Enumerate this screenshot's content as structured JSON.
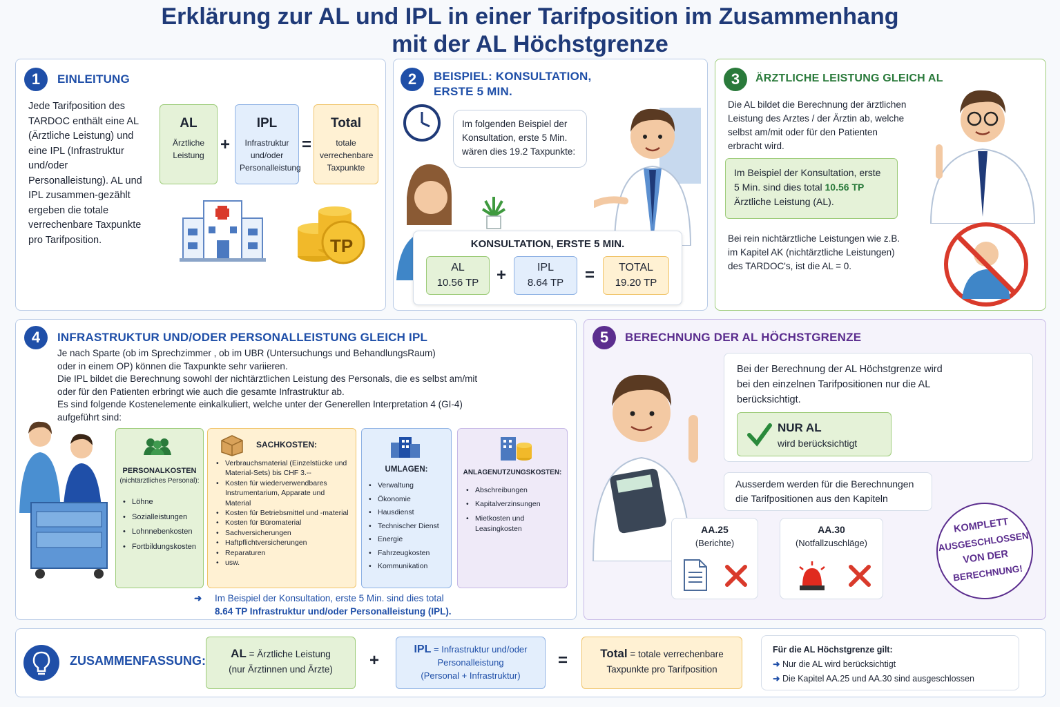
{
  "title_line1": "Erklärung zur AL und IPL in einer Tarifposition im Zusammenhang",
  "title_line2": "mit der AL Höchstgrenze",
  "p1": {
    "num": "1",
    "title": "EINLEITUNG",
    "text": "Jede Tarifposition des TARDOC enthält eine AL (Ärztliche Leistung) und eine IPL (Infrastruktur und/oder Personalleistung). AL und IPL zusammen-gezählt ergeben die totale verrechenbare Taxpunkte pro Tarifposition.",
    "al_h": "AL",
    "al_s": "Ärztliche Leistung",
    "plus": "+",
    "ipl_h": "IPL",
    "ipl_s": "Infrastruktur und/oder Personalleistung",
    "eq": "=",
    "tot_h": "Total",
    "tot_s": "totale verrechenbare Taxpunkte",
    "coin": "TP"
  },
  "p2": {
    "num": "2",
    "title_a": "BEISPIEL: KONSULTATION,",
    "title_b": "ERSTE 5 MIN.",
    "bubble": "Im folgenden Beispiel der Konsultation, erste 5 Min. wären dies 19.2 Taxpunkte:",
    "card_title": "KONSULTATION, ERSTE 5 MIN.",
    "al_h": "AL",
    "al_v": "10.56 TP",
    "ipl_h": "IPL",
    "ipl_v": "8.64 TP",
    "tot_h": "TOTAL",
    "tot_v": "19.20 TP",
    "plus": "+",
    "eq": "="
  },
  "p3": {
    "num": "3",
    "title": "ÄRZTLICHE LEISTUNG GLEICH AL",
    "text1": "Die AL bildet die Berechnung der ärztlichen Leistung des Arztes / der Ärztin ab, welche selbst am/mit oder für den Patienten erbracht wird.",
    "box_a": "Im Beispiel der Konsultation, erste 5 Min. sind dies total",
    "box_b": "10.56 TP",
    "box_c": "Ärztliche Leistung (AL).",
    "text2": "Bei rein nichtärztliche Leistungen wie z.B. im Kapitel AK (nichtärztliche Leistungen) des TARDOC's, ist die AL = 0."
  },
  "p4": {
    "num": "4",
    "title": "INFRASTRUKTUR UND/ODER PERSONALLEISTUNG GLEICH IPL",
    "text": [
      "Je nach Sparte (ob im Sprechzimmer , ob im UBR (Untersuchungs und BehandlungsRaum)",
      "oder in einem OP) können die Taxpunkte sehr variieren.",
      "Die IPL bildet die Berechnung sowohl der nichtärztlichen Leistung des Personals, die es selbst am/mit",
      "oder für den Patienten erbringt wie auch die gesamte Infrastruktur ab.",
      "Es sind folgende Kostenelemente einkalkuliert, welche unter der Generellen Interpretation 4 (GI-4)",
      "aufgeführt sind:"
    ],
    "cat1": {
      "title": "PERSONALKOSTEN",
      "sub": "(nichtärztliches Personal):",
      "items": [
        "Löhne",
        "Sozialleistungen",
        "Lohnnebenkosten",
        "Fortbildungskosten"
      ]
    },
    "cat2": {
      "title": "SACHKOSTEN:",
      "items": [
        "Verbrauchsmaterial (Einzelstücke und Material-Sets) bis CHF 3.--",
        "Kosten für wiederverwendbares Instrumentarium, Apparate und Material",
        "Kosten für Betriebsmittel und -material",
        "Kosten für Büromaterial",
        "Sachversicherungen",
        "Haftpflichtversicherungen",
        "Reparaturen",
        "usw."
      ]
    },
    "cat3": {
      "title": "UMLAGEN:",
      "items": [
        "Verwaltung",
        "Ökonomie",
        "Hausdienst",
        "Technischer Dienst",
        "Energie",
        "Fahrzeugkosten",
        "Kommunikation"
      ]
    },
    "cat4": {
      "title": "ANLAGENUTZUNGSKOSTEN:",
      "items": [
        "Abschreibungen",
        "Kapitalverzinsungen",
        "Mietkosten und Leasingkosten"
      ]
    },
    "note_a": "Im Beispiel der Konsultation, erste 5 Min. sind dies total",
    "note_b": "8.64 TP Infrastruktur und/oder Personalleistung (IPL)."
  },
  "p5": {
    "num": "5",
    "title": "BERECHNUNG DER AL HÖCHSTGRENZE",
    "text1": "Bei der Berechnung der AL Höchstgrenze wird bei den einzelnen Tarifpositionen nur die AL berücksichtigt.",
    "check_h": "NUR AL",
    "check_s": "wird berücksichtigt",
    "text2": "Ausserdem werden für die Berechnungen die Tarifpositionen aus den Kapiteln",
    "aa25_h": "AA.25",
    "aa25_s": "(Berichte)",
    "aa30_h": "AA.30",
    "aa30_s": "(Notfallzuschläge)",
    "stamp": [
      "KOMPLETT",
      "AUSGESCHLOSSEN",
      "VON DER",
      "BERECHNUNG!"
    ]
  },
  "summary": {
    "title": "ZUSAMMENFASSUNG:",
    "al_h": "AL",
    "al_t": "= Ärztliche Leistung",
    "al_s": "(nur Ärztinnen und Ärzte)",
    "plus": "+",
    "ipl_h": "IPL",
    "ipl_t": "= Infrastruktur und/oder Personalleistung",
    "ipl_s": "(Personal + Infrastruktur)",
    "eq": "=",
    "tot_h": "Total",
    "tot_t": "= totale verrechenbare",
    "tot_s": "Taxpunkte pro Tarifposition",
    "rule_title": "Für die AL Höchstgrenze gilt:",
    "rule1": "Nur die AL wird berücksichtigt",
    "rule2": "Die Kapitel AA.25 und AA.30 sind ausgeschlossen"
  },
  "colors": {
    "navy": "#1f3a78",
    "blue": "#1f4fa8",
    "green": "#2a7a3b",
    "purple": "#5b2d8e",
    "red": "#d93a2b"
  },
  "icons": [
    "clock-icon",
    "hospital-icon",
    "coins-icon",
    "doctor-icon",
    "nurse-icon",
    "check-icon",
    "calculator-icon",
    "document-icon",
    "alarm-light-icon",
    "lightbulb-icon",
    "people-icon",
    "box-icon",
    "building-icon",
    "cross-icon"
  ]
}
